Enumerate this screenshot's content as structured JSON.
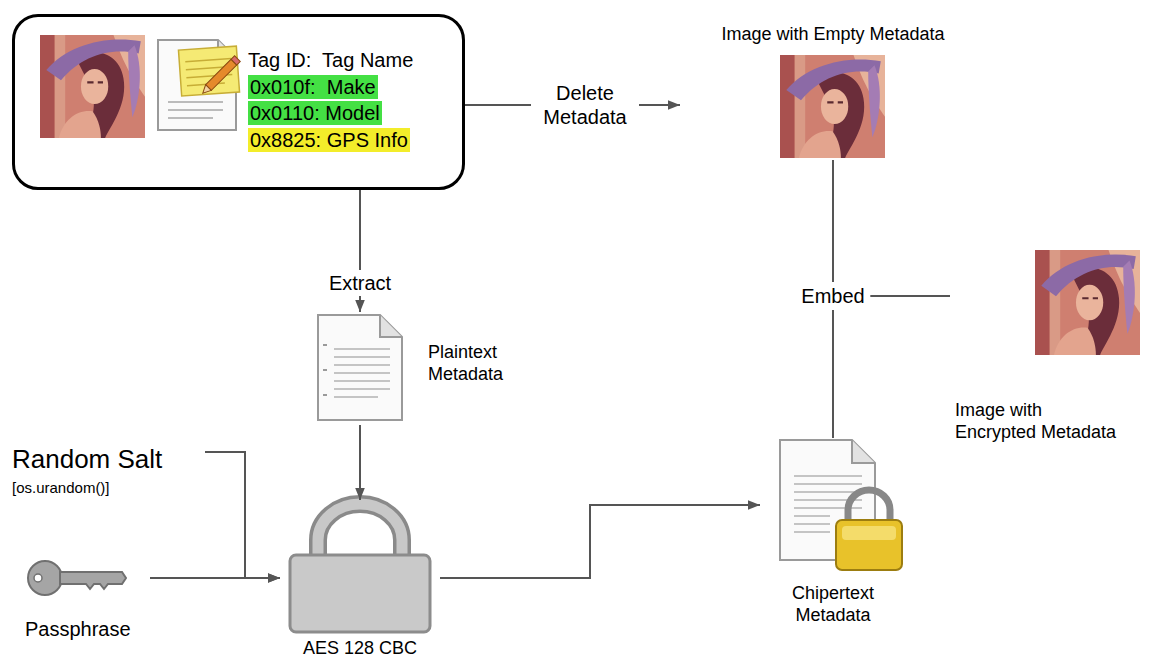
{
  "diagram": {
    "nodes": [
      {
        "text": [
          "Tag ID:  Tag Name",
          "0x010f:  Make",
          "0x0110: Model",
          "0x8825: GPS Info"
        ]
      },
      {
        "text": [
          "Image with Empty Metadata"
        ]
      },
      {
        "text": [
          "Plaintext Metadata"
        ]
      },
      {
        "text": [
          "Random Salt",
          "[os.urandom()]"
        ]
      },
      {
        "text": [
          "Passphrase"
        ]
      },
      {
        "text": [
          "AES 128 CBC"
        ]
      },
      {
        "text": [
          "Chipertext Metadata"
        ]
      },
      {
        "text": [
          "Image with Encrypted Metadata"
        ]
      }
    ],
    "edges": [
      {
        "from": 0,
        "to": 1,
        "label": "Delete Metadata",
        "arrow": "to"
      },
      {
        "from": 0,
        "to": 2,
        "label": "Extract",
        "arrow": "to"
      },
      {
        "from": 2,
        "to": 5,
        "arrow": "to"
      },
      {
        "from": 3,
        "to": 5,
        "arrow": "to"
      },
      {
        "from": 4,
        "to": 5,
        "arrow": "to"
      },
      {
        "from": 5,
        "to": 6,
        "arrow": "to"
      },
      {
        "from": 1,
        "to": 7,
        "arrow": "none"
      },
      {
        "from": 6,
        "to": 7,
        "arrow": "none"
      }
    ],
    "labels": [
      "Embed"
    ]
  }
}
